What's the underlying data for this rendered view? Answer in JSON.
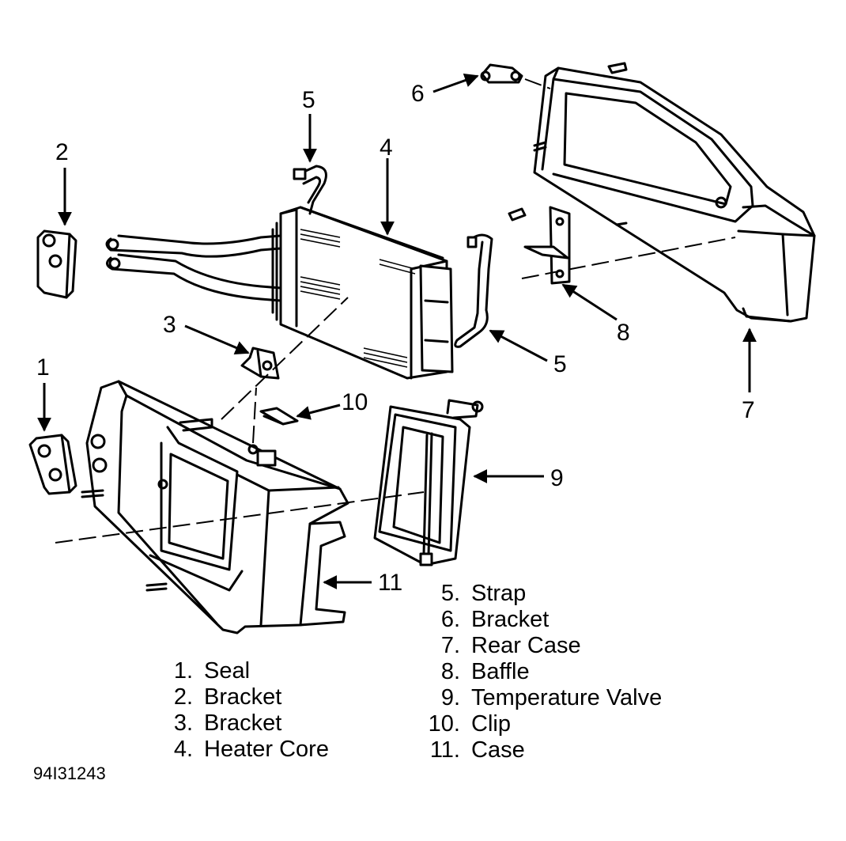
{
  "callouts": {
    "c1": "1",
    "c2": "2",
    "c3": "3",
    "c4": "4",
    "c5a": "5",
    "c5b": "5",
    "c6": "6",
    "c7": "7",
    "c8": "8",
    "c9": "9",
    "c10": "10",
    "c11": "11"
  },
  "legend_left": [
    {
      "num": "1.",
      "label": "Seal"
    },
    {
      "num": "2.",
      "label": "Bracket"
    },
    {
      "num": "3.",
      "label": "Bracket"
    },
    {
      "num": "4.",
      "label": "Heater Core"
    }
  ],
  "legend_right": [
    {
      "num": "5.",
      "label": "Strap"
    },
    {
      "num": "6.",
      "label": "Bracket"
    },
    {
      "num": "7.",
      "label": "Rear Case"
    },
    {
      "num": "8.",
      "label": "Baffle"
    },
    {
      "num": "9.",
      "label": "Temperature Valve"
    },
    {
      "num": "10.",
      "label": "Clip"
    },
    {
      "num": "11.",
      "label": "Case"
    }
  ],
  "figure_id": "94I31243"
}
